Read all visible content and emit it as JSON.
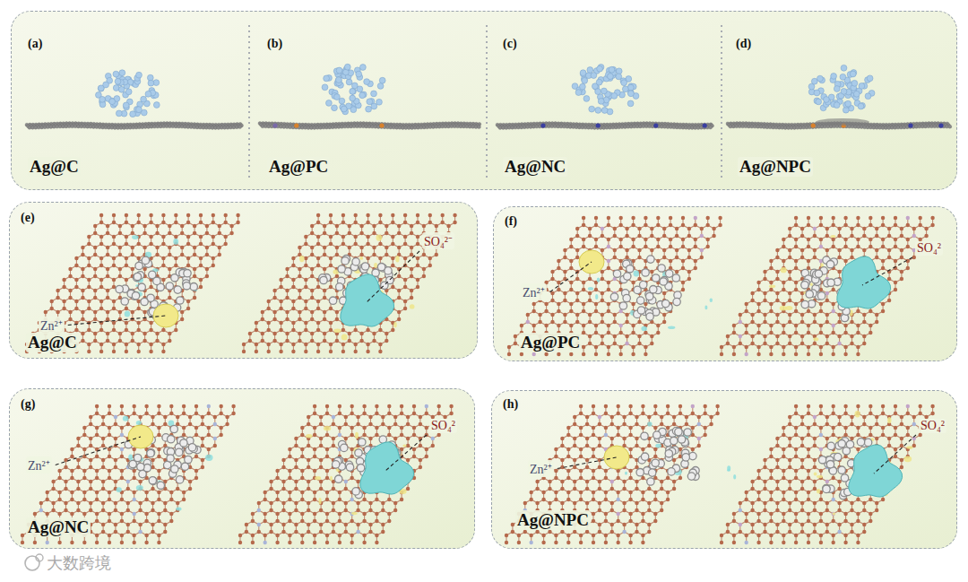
{
  "diagram": {
    "nodes": [
      {
        "text": [
          "(a)",
          "Ag@C",
          "(b)",
          "Ag@PC",
          "(c)",
          "Ag@NC",
          "(d)",
          "Ag@NPC"
        ]
      },
      {
        "text": [
          "(e)",
          "Zn²⁺",
          "SO₄²⁻",
          "Ag@C"
        ]
      },
      {
        "text": [
          "(f)",
          "Zn²⁺",
          "SO₄²",
          "Ag@PC"
        ]
      },
      {
        "text": [
          "(g)",
          "Zn²⁺",
          "SO₄²",
          "Ag@NC"
        ]
      },
      {
        "text": [
          "(h)",
          "Zn²⁺",
          "SO₄²",
          "Ag@NPC"
        ]
      }
    ],
    "labels": [
      "大数跨境"
    ]
  }
}
